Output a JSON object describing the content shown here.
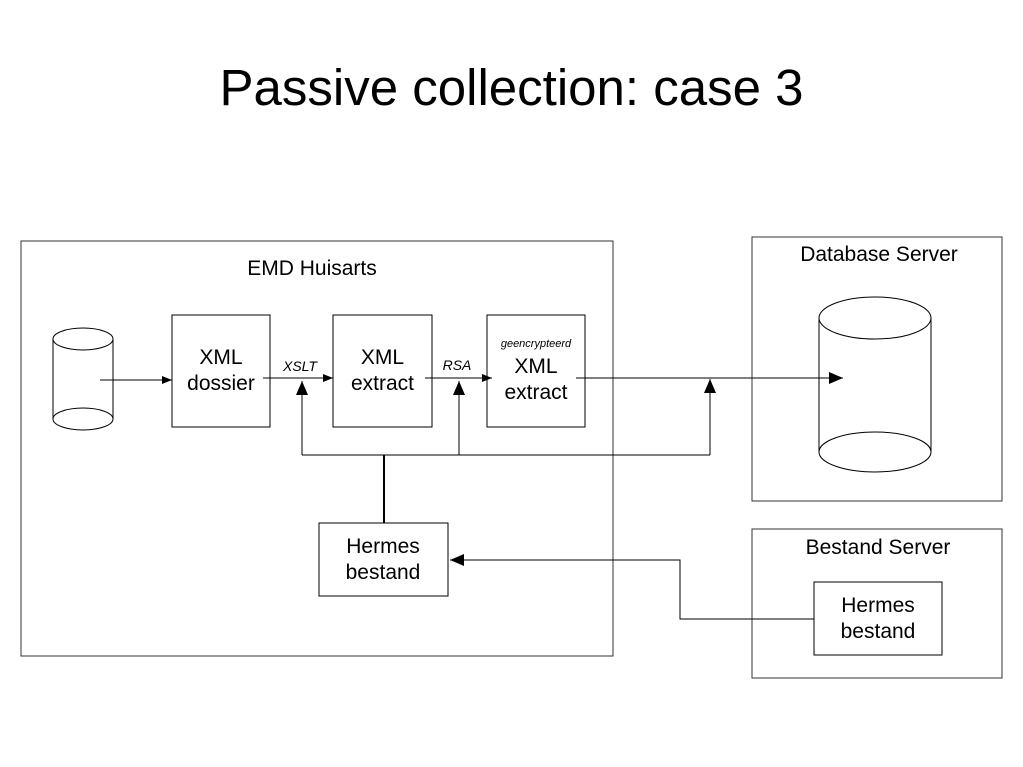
{
  "title": "Passive collection: case 3",
  "containers": {
    "emd": "EMD Huisarts",
    "database_server": "Database Server",
    "bestand_server": "Bestand Server"
  },
  "boxes": {
    "xml_dossier": "XML dossier",
    "xml_extract": "XML extract",
    "encrypted_note": "geencrypteerd",
    "xml_extract_encrypted": "XML extract",
    "hermes_local": "Hermes bestand",
    "hermes_remote": "Hermes bestand"
  },
  "edge_labels": {
    "xslt": "XSLT",
    "rsa": "RSA"
  }
}
